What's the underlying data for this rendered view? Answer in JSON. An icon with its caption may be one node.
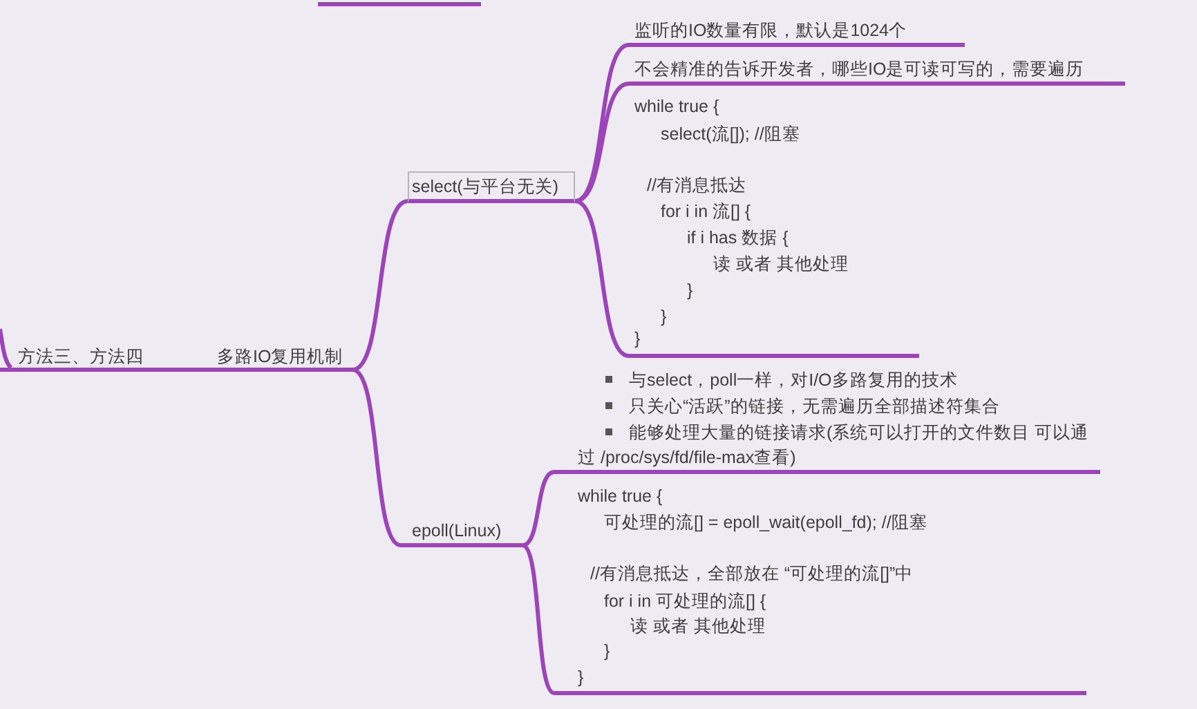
{
  "diagram": {
    "nodes": [
      {
        "text": [
          "方法三、方法四"
        ]
      },
      {
        "text": [
          "多路IO复用机制"
        ]
      },
      {
        "text": [
          "select(与平台无关)"
        ]
      },
      {
        "text": [
          "监听的IO数量有限，默认是1024个"
        ]
      },
      {
        "text": [
          "不会精准的告诉开发者，哪些IO是可读可写的，需要遍历"
        ]
      },
      {
        "text": [
          "while true {",
          "select(流[]); //阻塞",
          "//有消息抵达",
          "for i in 流[] {",
          "if i has 数据 {",
          "读 或者 其他处理",
          "}",
          "}",
          "}"
        ]
      },
      {
        "text": [
          "与select，poll一样，对I/O多路复用的技术",
          "只关心“活跃”的链接，无需遍历全部描述符集合",
          "能够处理大量的链接请求(系统可以打开的文件数目 可以通过 /proc/sys/fd/file-max查看)"
        ]
      },
      {
        "text": [
          "epoll(Linux)"
        ]
      },
      {
        "text": [
          "while true {",
          "可处理的流[] = epoll_wait(epoll_fd); //阻塞",
          "//有消息抵达，全部放在 “可处理的流[]”中",
          "for i in 可处理的流[] {",
          "读 或者 其他处理",
          "}",
          "}"
        ]
      }
    ],
    "edges": [
      {
        "from": 0,
        "to": 1,
        "arrow": "none"
      },
      {
        "from": 1,
        "to": 2,
        "arrow": "none"
      },
      {
        "from": 1,
        "to": 7,
        "arrow": "none"
      },
      {
        "from": 2,
        "to": 3,
        "arrow": "none"
      },
      {
        "from": 2,
        "to": 4,
        "arrow": "none"
      },
      {
        "from": 2,
        "to": 5,
        "arrow": "none"
      },
      {
        "from": 7,
        "to": 6,
        "arrow": "none"
      },
      {
        "from": 7,
        "to": 8,
        "arrow": "none"
      }
    ]
  }
}
